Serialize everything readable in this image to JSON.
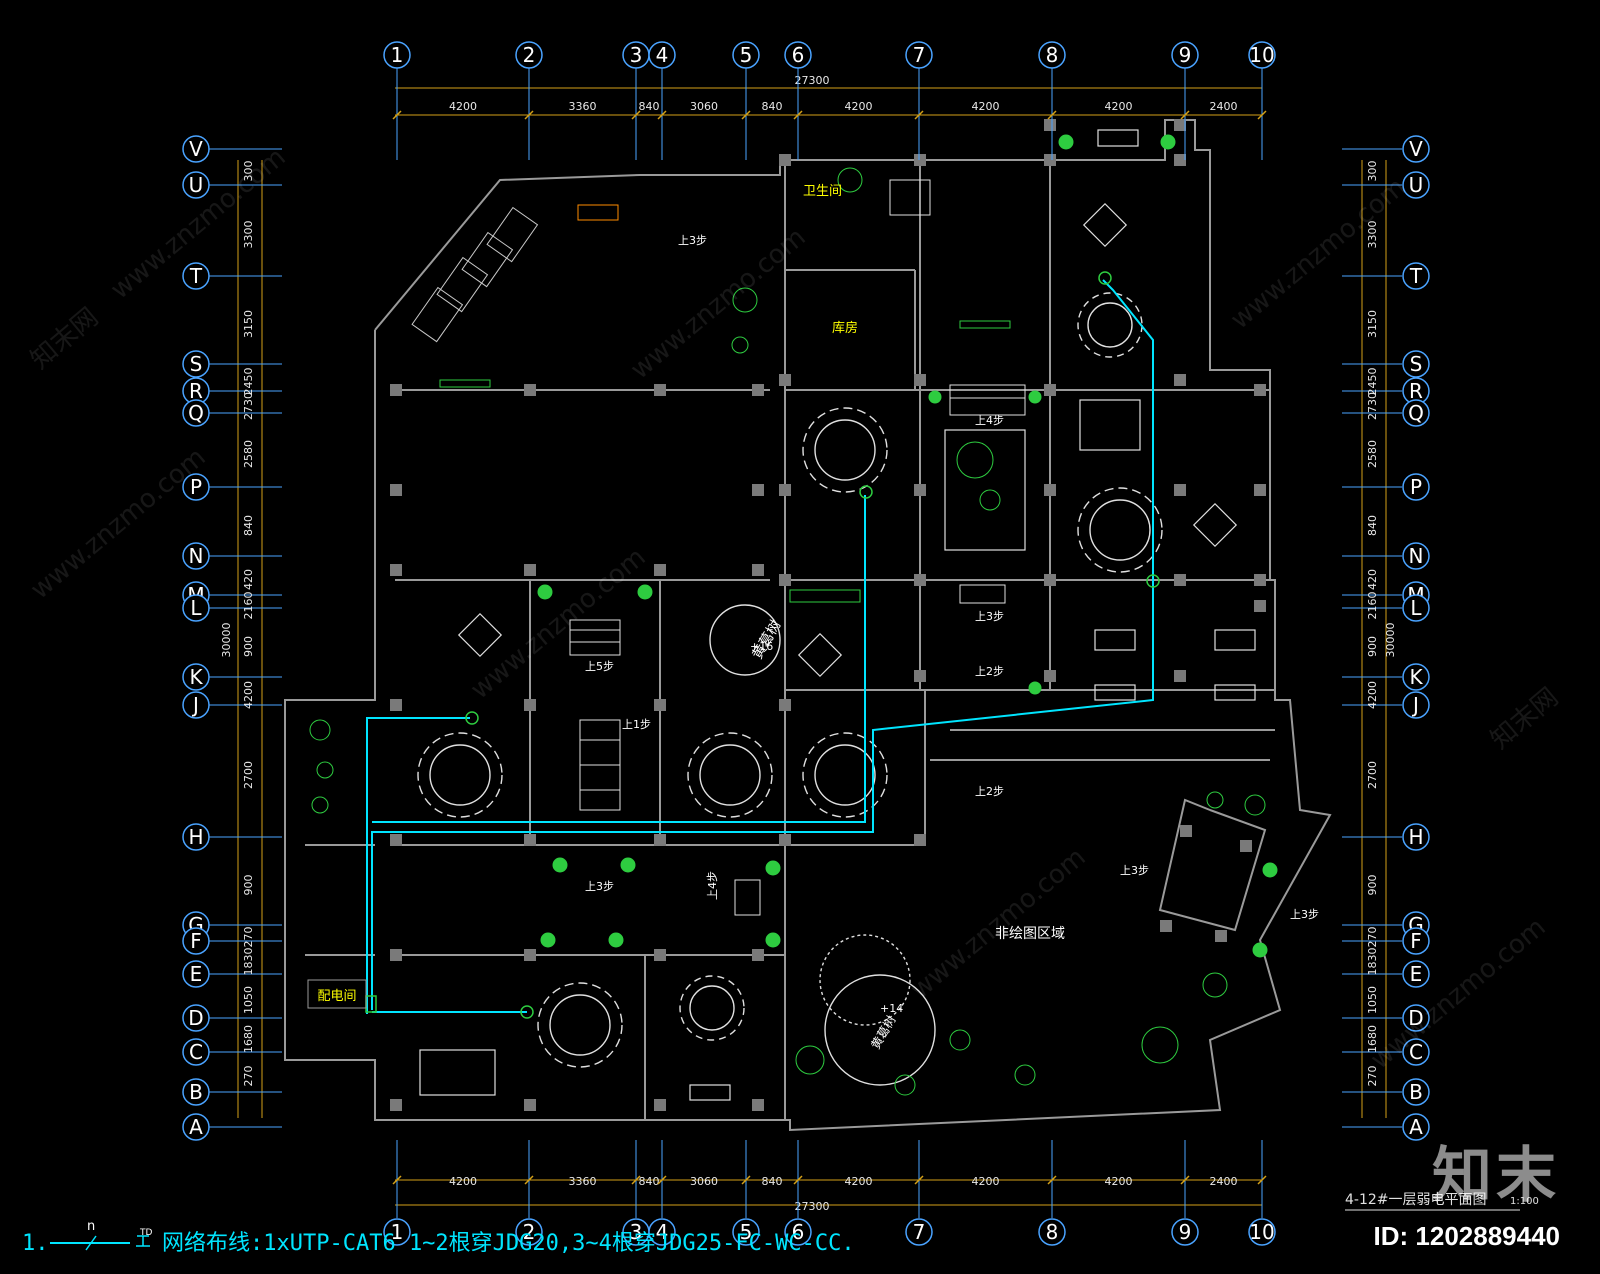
{
  "axes": {
    "columns": [
      "1",
      "2",
      "3",
      "4",
      "5",
      "6",
      "7",
      "8",
      "9",
      "10"
    ],
    "rows": [
      "V",
      "U",
      "T",
      "S",
      "R",
      "Q",
      "P",
      "N",
      "M",
      "L",
      "K",
      "J",
      "H",
      "G",
      "F",
      "E",
      "D",
      "C",
      "B",
      "A"
    ]
  },
  "dims": {
    "total_h": "27300",
    "spans_h": [
      "4200",
      "3360",
      "840",
      "3060",
      "840",
      "4200",
      "4200",
      "4200",
      "2400"
    ],
    "total_v": "30000",
    "spans_v": [
      "300",
      "3300",
      "3150",
      "2450",
      "2730",
      "2580",
      "840",
      "420",
      "2160",
      "900",
      "4200",
      "2700",
      "900",
      "270",
      "1830",
      "1050",
      "1680",
      "270"
    ]
  },
  "rooms": {
    "bathroom": "卫生间",
    "storage": "库房",
    "electrical": "配电间",
    "non_drawing": "非绘图区域",
    "tree": "黄葛树",
    "tree2": "黄葛树"
  },
  "notes": {
    "up3": "上3步",
    "up4": "上4步",
    "up5": "上5步",
    "up2": "上2步",
    "up1": "上1步",
    "plus16": "+16",
    "plus14": "+14"
  },
  "legend": {
    "index": "1.",
    "n_label": "n",
    "td_label": "TD",
    "text": "网络布线:1xUTP-CAT6    1~2根穿JDG20,3~4根穿JDG25-FC-WC-CC."
  },
  "title": {
    "text": "4-12#一层弱电平面图",
    "scale": "1:100"
  },
  "watermark": {
    "brand": "知末",
    "id": "ID: 1202889440",
    "site": "www.znzmo.com",
    "site_cn": "知末网"
  },
  "colors": {
    "background": "#000000",
    "grid_line": "#4aa3ff",
    "dim_line": "#d4a017",
    "wall": "#9a9a9a",
    "network_line": "#00e5ff",
    "plant": "#2ecc40",
    "room_label": "#ffff00"
  }
}
